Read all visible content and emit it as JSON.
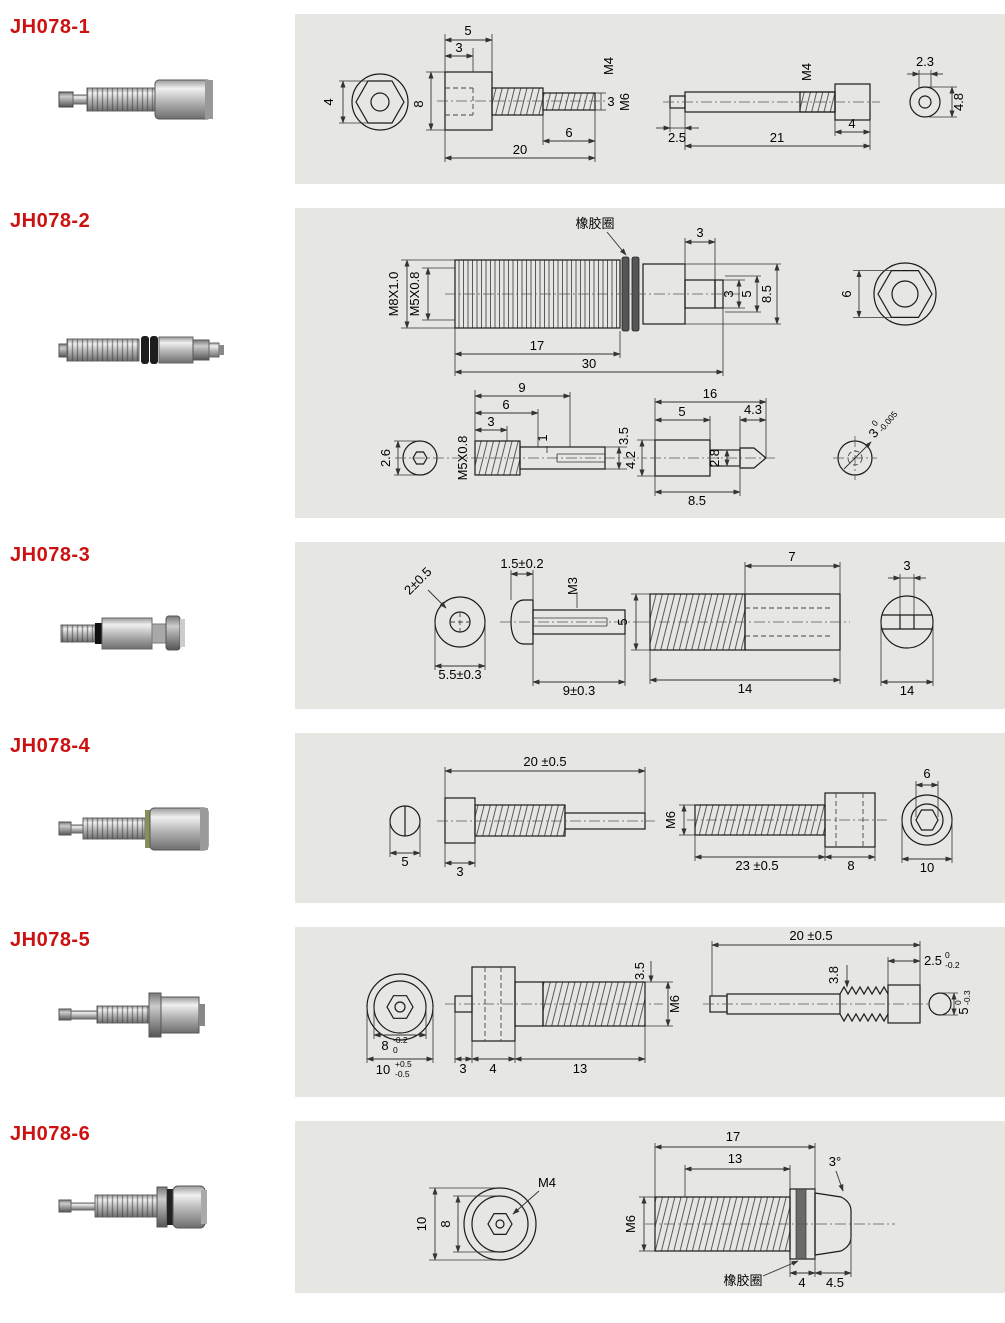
{
  "page": {
    "bg": "#ffffff",
    "panel_bg": "#e6e6e2",
    "accent": "#cc1111",
    "line": "#222222"
  },
  "sections": [
    {
      "label": "JH078-1",
      "ann": [
        "5",
        "3",
        "4",
        "8",
        "M4",
        "3",
        "M6",
        "6",
        "20",
        "M4",
        "2.5",
        "21",
        "4",
        "2.3",
        "4.8"
      ]
    },
    {
      "label": "JH078-2",
      "ann": [
        "橡胶圈",
        "3",
        "M8X1.0",
        "M5X0.8",
        "3",
        "5",
        "8.5",
        "6",
        "17",
        "30",
        "9",
        "6",
        "3",
        "3.5",
        "M5X0.8",
        "1",
        "2.6",
        "4.2",
        "16",
        "5",
        "4.3",
        "2.8",
        "8.5",
        "3",
        "0",
        "-0.005"
      ]
    },
    {
      "label": "JH078-3",
      "ann": [
        "2±0.5",
        "1.5±0.2",
        "M3",
        "7",
        "3",
        "5",
        "5.5±0.3",
        "9±0.3",
        "14",
        "14"
      ]
    },
    {
      "label": "JH078-4",
      "ann": [
        "20 ±0.5",
        "6",
        "M6",
        "5",
        "3",
        "23 ±0.5",
        "8",
        "10"
      ]
    },
    {
      "label": "JH078-5",
      "ann": [
        "3.5",
        "20 ±0.5",
        "2.5",
        "0",
        "-0.2",
        "M6",
        "3.8",
        "5",
        "0",
        "-0.3",
        "8",
        "-0.2",
        "0",
        "10",
        "+0.5",
        "-0.5",
        "3",
        "4",
        "13"
      ]
    },
    {
      "label": "JH078-6",
      "ann": [
        "17",
        "13",
        "3°",
        "M4",
        "10",
        "8",
        "M6",
        "橡胶圈",
        "4",
        "4.5"
      ]
    }
  ]
}
